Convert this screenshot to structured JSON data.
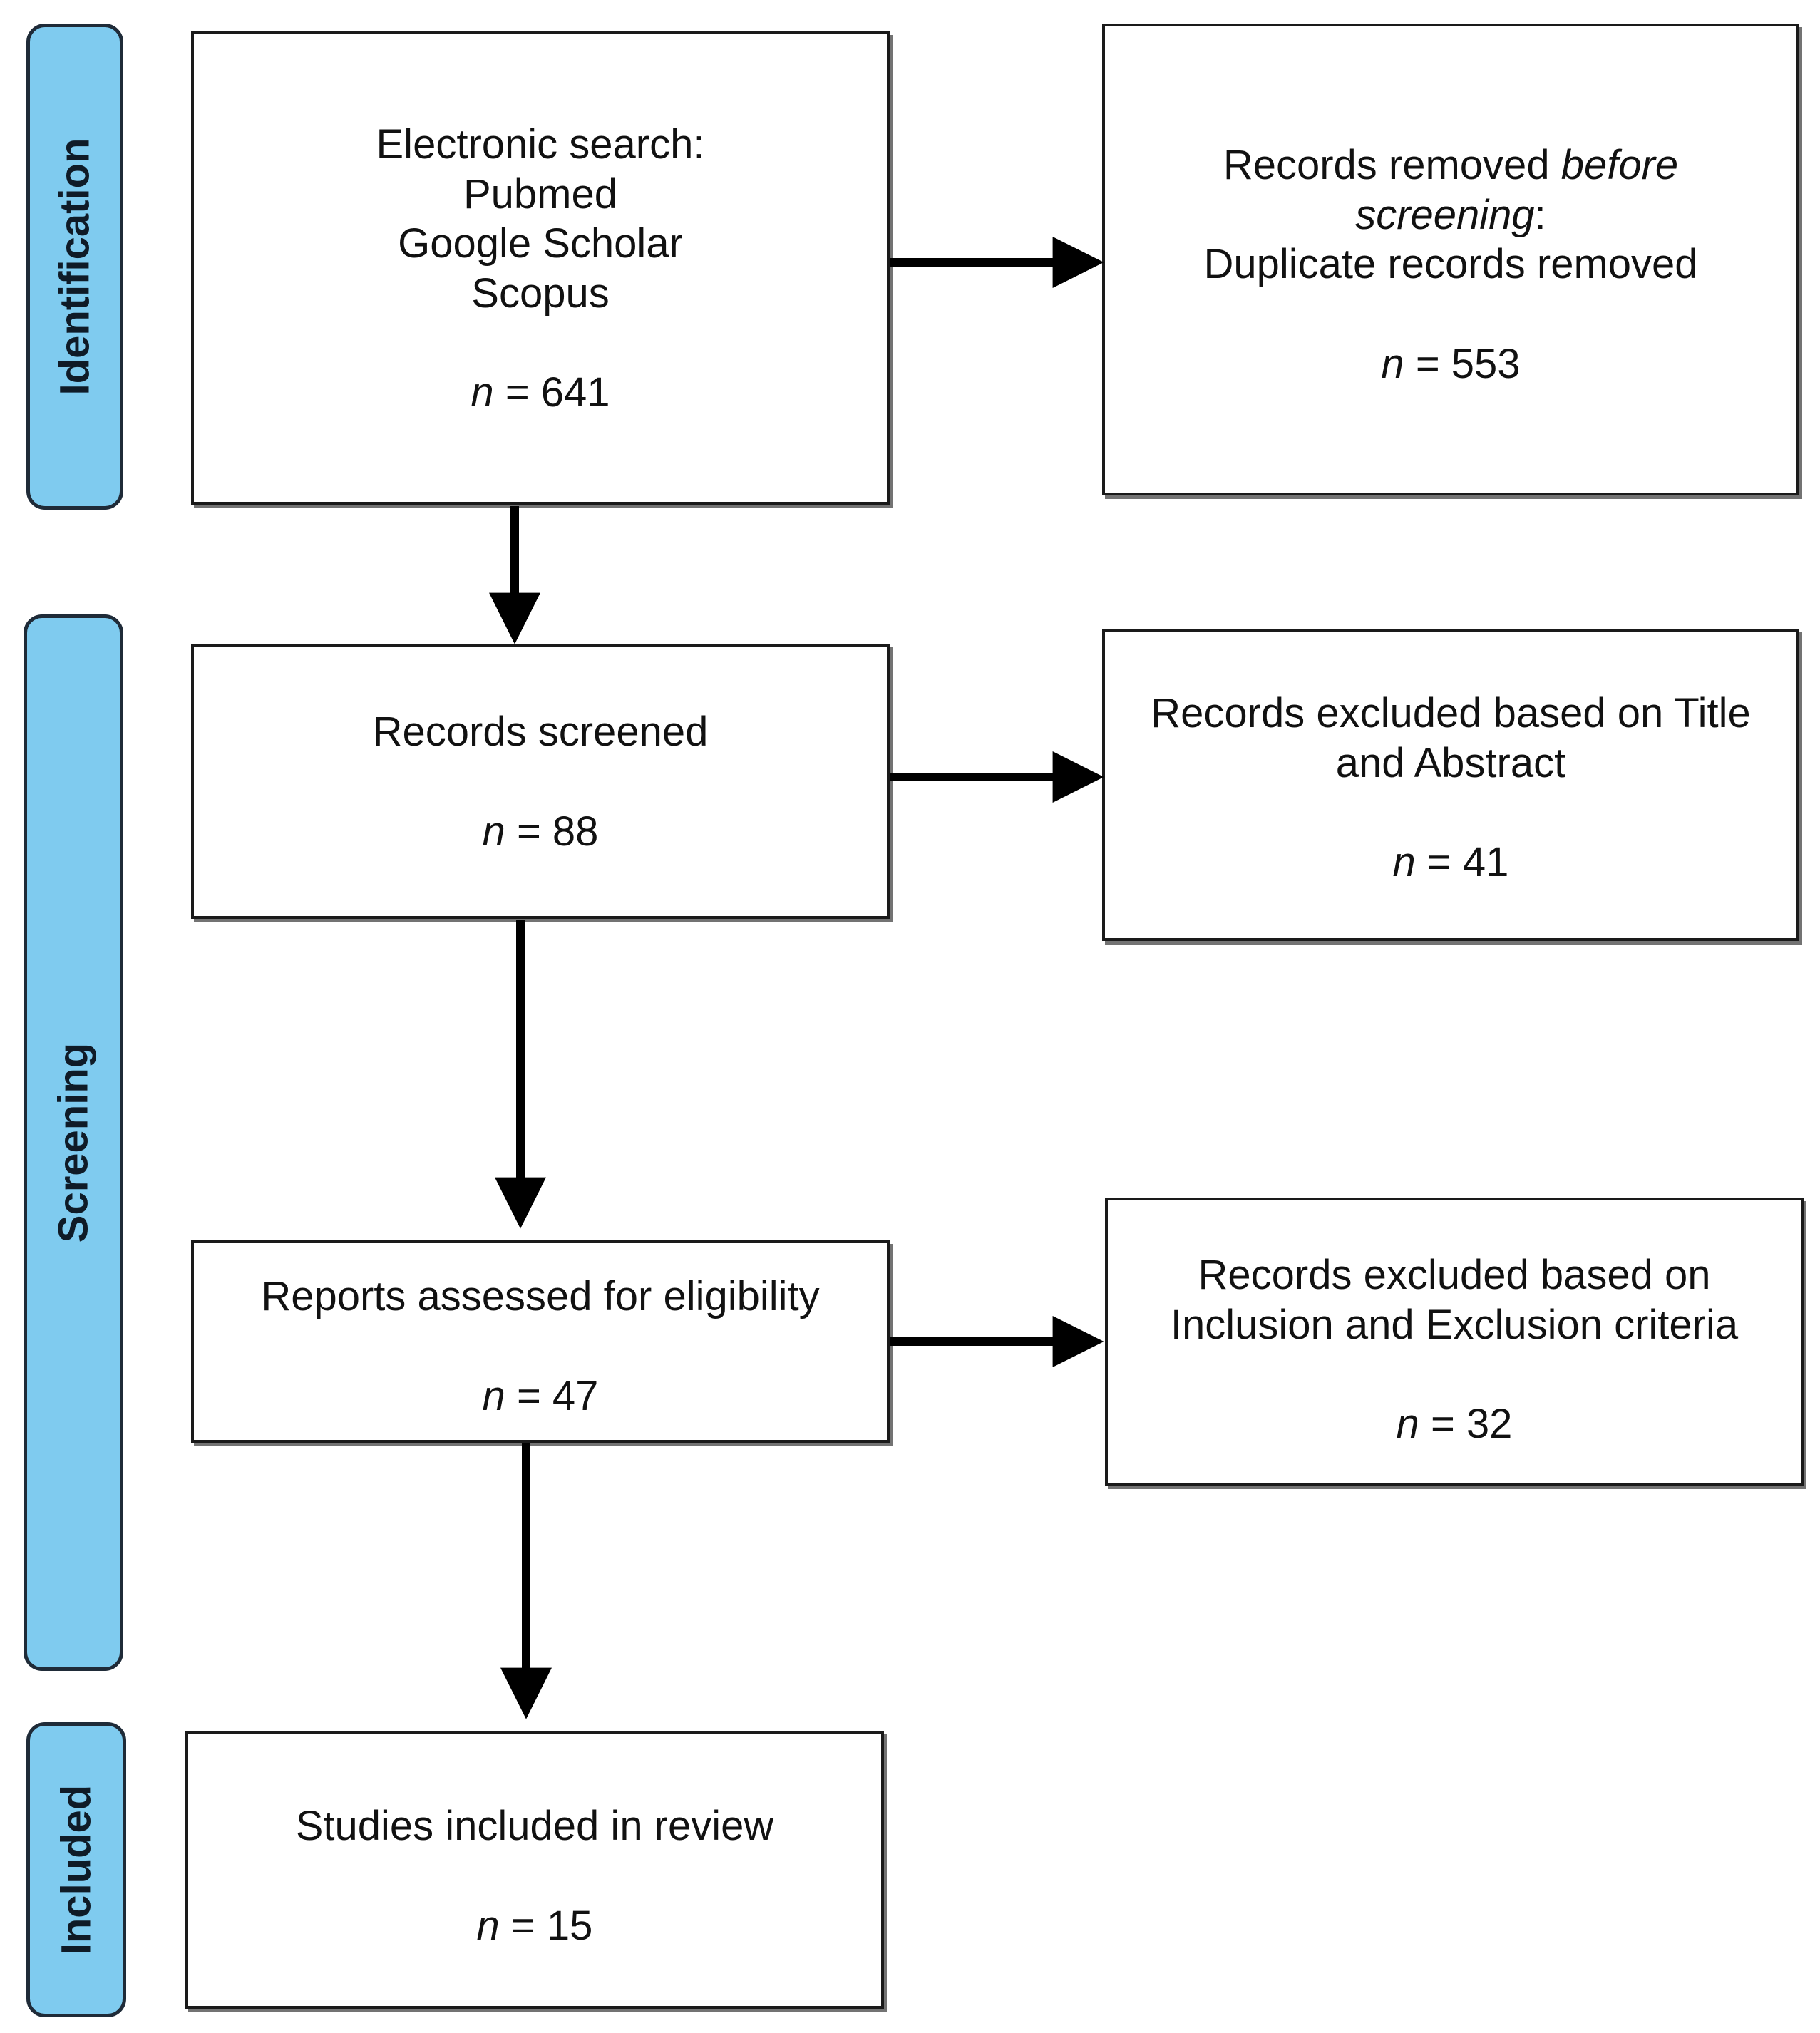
{
  "phases": {
    "identification": "Identification",
    "screening": "Screening",
    "included": "Included"
  },
  "boxes": {
    "search": {
      "lines": [
        "Electronic search:",
        "Pubmed",
        "Google Scholar",
        "Scopus"
      ],
      "n_prefix": "n",
      "n_value": "= 641"
    },
    "removed": {
      "line1_a": "Records removed ",
      "line1_em": "before",
      "line2_em": "screening",
      "line2_b": ":",
      "line3": "Duplicate records removed",
      "n_prefix": "n",
      "n_value": "=  553"
    },
    "screened": {
      "lines": [
        "Records screened"
      ],
      "n_prefix": "n",
      "n_value": "= 88"
    },
    "excluded_title": {
      "lines": [
        "Records excluded based on Title",
        "and Abstract"
      ],
      "n_prefix": "n",
      "n_value": "=  41"
    },
    "eligibility": {
      "lines": [
        "Reports assessed for eligibility"
      ],
      "n_prefix": "n",
      "n_value": "= 47"
    },
    "excluded_criteria": {
      "lines": [
        "Records excluded based on",
        "Inclusion and Exclusion criteria"
      ],
      "n_prefix": "n",
      "n_value": "=  32"
    },
    "included": {
      "lines": [
        "Studies included in review"
      ],
      "n_prefix": "n",
      "n_value": "= 15"
    }
  },
  "colors": {
    "phase_fill": "#7fcbef",
    "phase_border": "#1f2b38",
    "box_border": "#1a1a1a",
    "arrow": "#000000"
  }
}
